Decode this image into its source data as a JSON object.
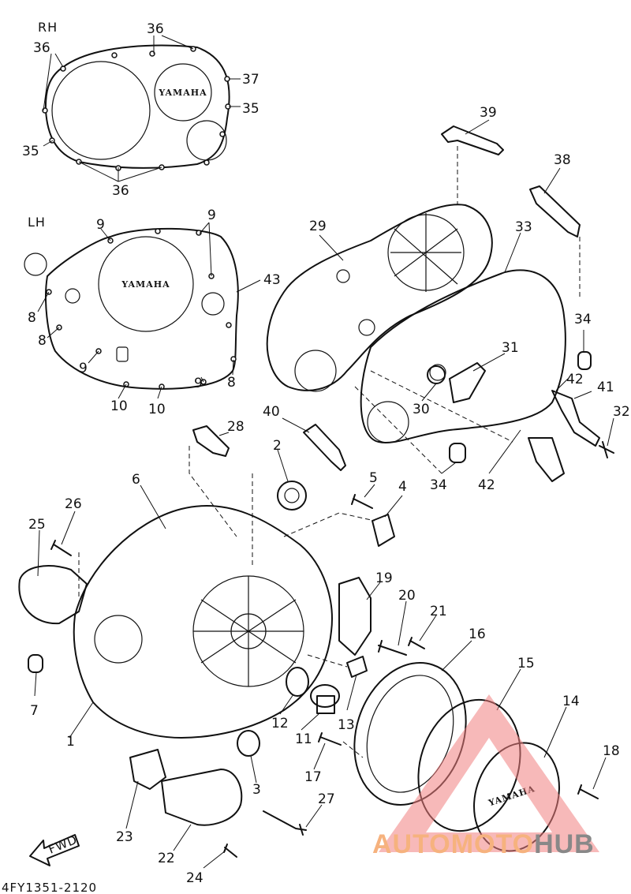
{
  "diagram": {
    "section_labels": {
      "rh": "RH",
      "lh": "LH"
    },
    "cover_brand": "YAMAHA",
    "fwd_arrow_label": "FWD",
    "drawing_code": "4FY1351-2120",
    "callouts": [
      "36",
      "36",
      "37",
      "35",
      "35",
      "36",
      "9",
      "9",
      "43",
      "8",
      "8",
      "9",
      "8",
      "9",
      "10",
      "10",
      "29",
      "39",
      "38",
      "33",
      "34",
      "31",
      "30",
      "42",
      "41",
      "32",
      "42",
      "34",
      "40",
      "28",
      "2",
      "5",
      "4",
      "6",
      "26",
      "25",
      "7",
      "1",
      "19",
      "20",
      "21",
      "16",
      "12",
      "11",
      "13",
      "17",
      "3",
      "15",
      "14",
      "18",
      "23",
      "22",
      "24",
      "27"
    ]
  },
  "watermark": {
    "part_a": "AUTOMOTO",
    "part_b": "HUB",
    "colors": {
      "a": "#f6b27e",
      "b": "#888888",
      "triangle": "#f08080"
    }
  }
}
